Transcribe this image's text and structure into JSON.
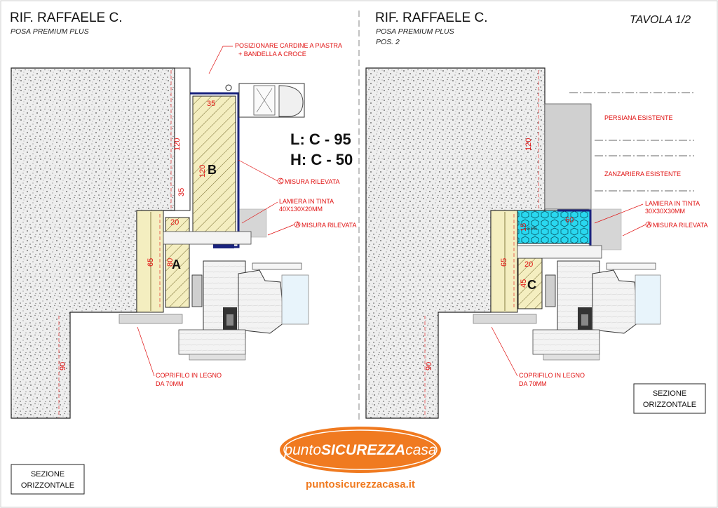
{
  "tavola": "TAVOLA 1/2",
  "left": {
    "title": "RIF. RAFFAELE C.",
    "subtitle": "POSA PREMIUM PLUS",
    "note_cardine_1": "POSIZIONARE CARDINE A PIASTRA",
    "note_cardine_2": "+ BANDELLA A CROCE",
    "formula_l": "L: C - 95",
    "formula_h": "H: C - 50",
    "misura_c": "MISURA RILEVATA",
    "lamiera_1": "LAMIERA IN TINTA",
    "lamiera_2": "40X130X20MM",
    "misura_a": "MISURA RILEVATA",
    "coprifilo_1": "COPRIFILO IN LEGNO",
    "coprifilo_2": "DA 70MM",
    "section_1": "SEZIONE",
    "section_2": "ORIZZONTALE",
    "letter_a": "A",
    "letter_b": "B",
    "dims": {
      "d120a": "120",
      "d120b": "120",
      "d35a": "35",
      "d35b": "35",
      "d20": "20",
      "d65": "65",
      "d80": "80",
      "d90": "90"
    }
  },
  "right": {
    "title": "RIF. RAFFAELE C.",
    "subtitle": "POSA PREMIUM PLUS",
    "pos": "POS. 2",
    "persiana": "PERSIANA ESISTENTE",
    "zanzariera": "ZANZARIERA ESISTENTE",
    "lamiera_1": "LAMIERA IN TINTA",
    "lamiera_2": "30X30X30MM",
    "misura_a": "MISURA RILEVATA",
    "coprifilo_1": "COPRIFILO IN LEGNO",
    "coprifilo_2": "DA 70MM",
    "section_1": "SEZIONE",
    "section_2": "ORIZZONTALE",
    "letter_c": "C",
    "eps": "EPS",
    "dims": {
      "d120": "120",
      "d15": "15",
      "d60": "60",
      "d65": "65",
      "d20": "20",
      "d45": "45",
      "d90": "90"
    }
  },
  "logo": {
    "part1": "punto",
    "part2": "SICUREZZA",
    "part3": "casa",
    "url": "puntosicurezzacasa.it"
  },
  "colors": {
    "annotation": "#e01010",
    "frame_blue": "#1a237e",
    "wood_fill": "#f4eec0",
    "eps_fill": "#29d8f0",
    "logo": "#f07a20"
  }
}
